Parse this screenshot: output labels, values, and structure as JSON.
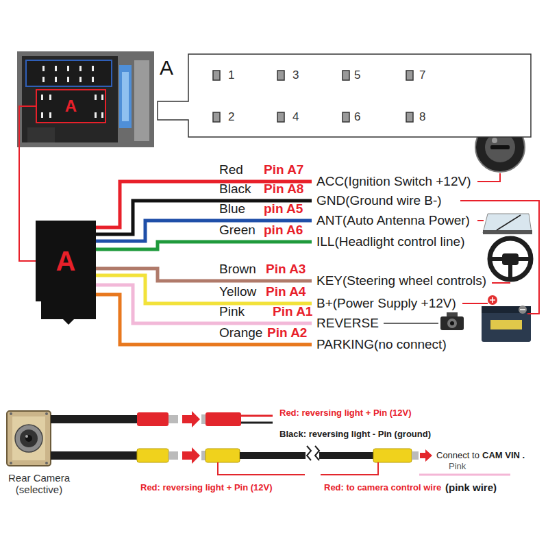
{
  "diagram": {
    "nodes": [
      {
        "text": [
          "A"
        ]
      },
      {
        "text": [
          "A",
          "1",
          "3",
          "5",
          "7",
          "2",
          "4",
          "6",
          "8"
        ]
      },
      {
        "text": [
          "A"
        ]
      }
    ],
    "edges": [
      {
        "from": 0,
        "to": 2,
        "arrow": "none"
      }
    ],
    "labels": [
      "Red",
      "Pin A7",
      "ACC(Ignition Switch +12V)",
      "Black",
      "Pin A8",
      "GND(Ground wire B-)",
      "Blue",
      "pin A5",
      "ANT(Auto Antenna Power)",
      "Green",
      "pin A6",
      "ILL(Headlight control line)",
      "Brown",
      "Pin A3",
      "KEY(Steering wheel controls)",
      "Yellow",
      "Pin A4",
      "B+(Power Supply +12V)",
      "Pink",
      "Pin A1",
      "REVERSE",
      "Orange",
      "Pin A2",
      "PARKING(no connect)",
      "Red: reversing light + Pin (12V)",
      "Black: reversing light - Pin (ground)",
      "Rear Camera (selective)",
      "Red: reversing light + Pin (12V)",
      "Red: to camera control wire",
      "(pink wire)",
      "Connect to",
      "CAM VIN .",
      "Pink"
    ]
  }
}
